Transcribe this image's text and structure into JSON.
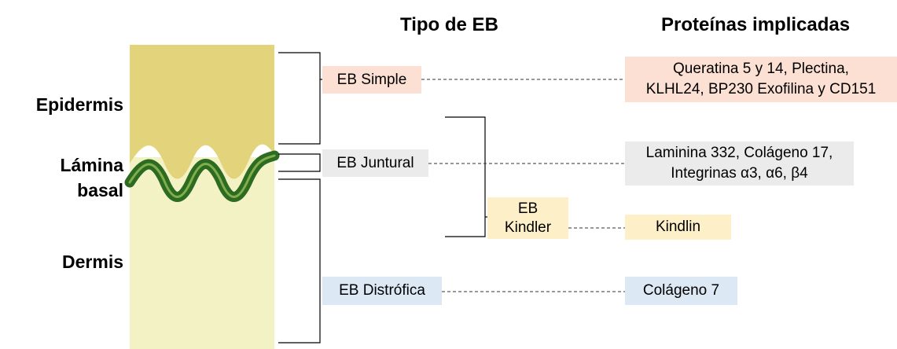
{
  "headers": {
    "type_title": "Tipo de EB",
    "proteins_title": "Proteínas implicadas"
  },
  "layers": {
    "epidermis": "Epidermis",
    "lamina_line1": "Lámina",
    "lamina_line2": "basal",
    "dermis": "Dermis"
  },
  "eb_types": {
    "simple": "EB Simple",
    "juntural": "EB Juntural",
    "kindler_line1": "EB",
    "kindler_line2": "Kindler",
    "distrofica": "EB Distrófica"
  },
  "proteins": {
    "simple_line1": "Queratina 5 y 14, Plectina,",
    "simple_line2": "KLHL24, BP230 Exofilina y CD151",
    "juntural_line1": "Laminina 332, Colágeno 17,",
    "juntural_line2": "Integrinas α3, α6, β4",
    "kindler": "Kindlin",
    "distrofica": "Colágeno 7"
  },
  "colors": {
    "epidermis": "#e3d47c",
    "dermis": "#f3f2c4",
    "membrane": "#2e6b22",
    "membrane_highlight": "#7fae4a",
    "simple_box": "#fbe0d3",
    "juntural_box": "#ebebeb",
    "kindler_box": "#fdf0c9",
    "distrofica_box": "#dce8f4"
  }
}
